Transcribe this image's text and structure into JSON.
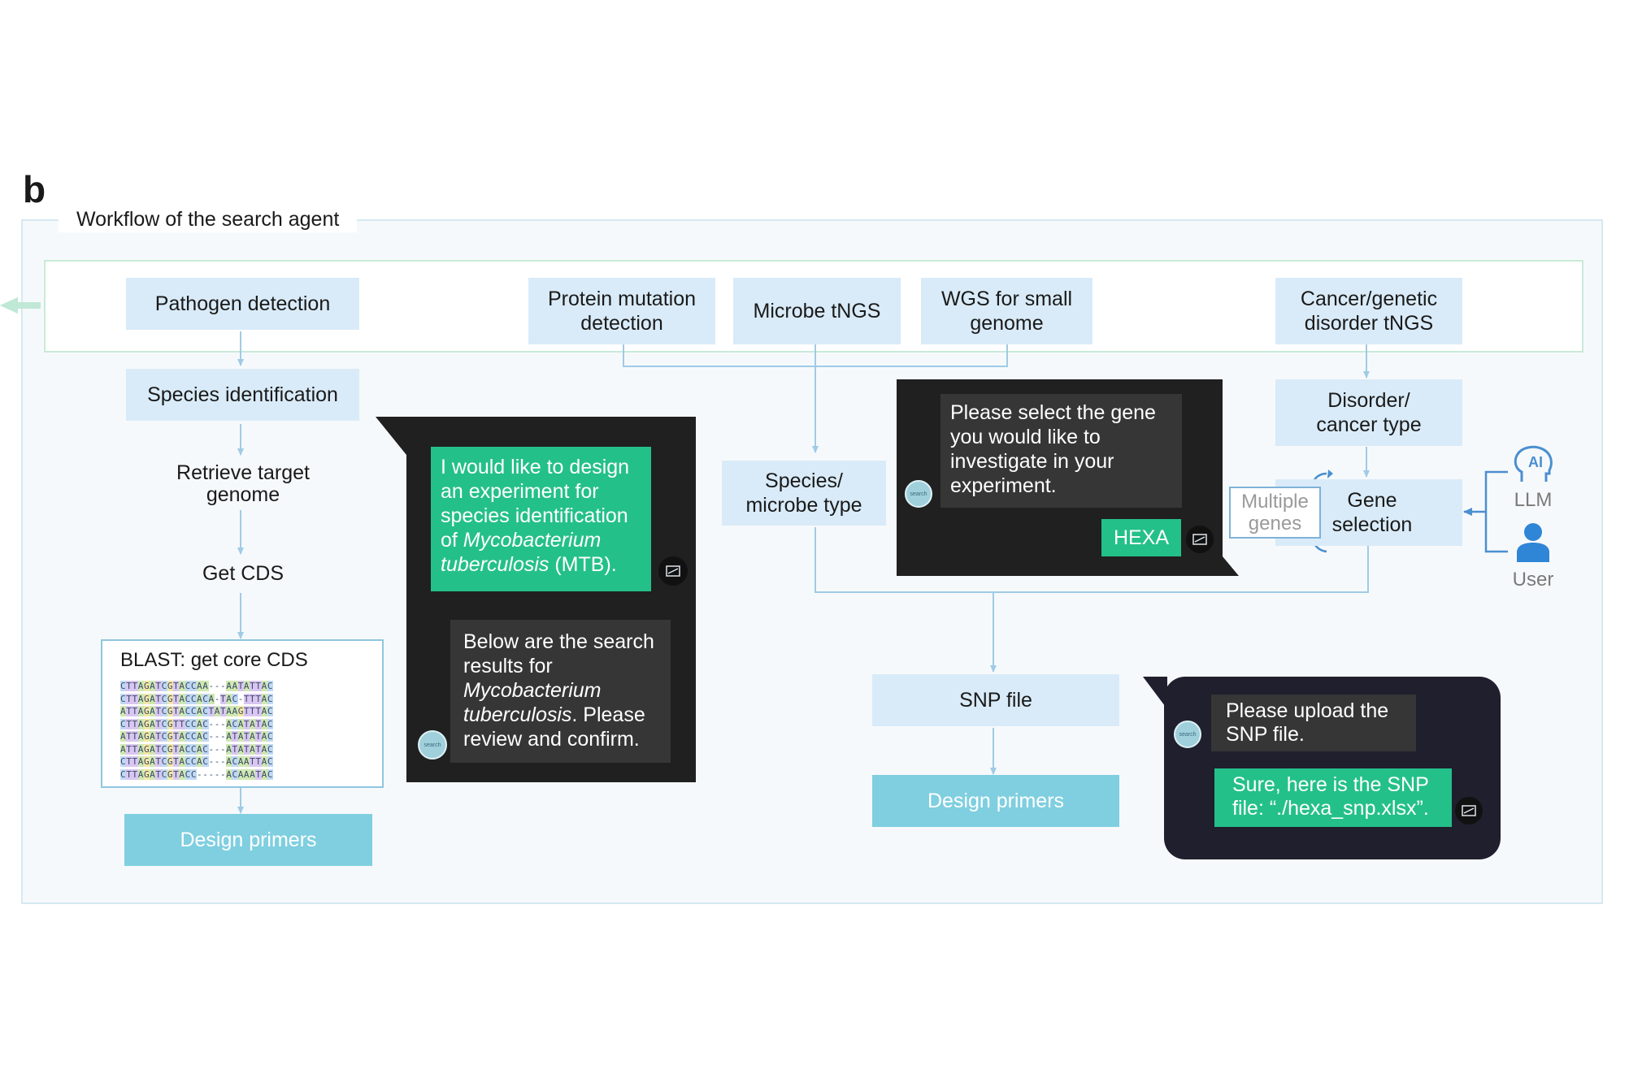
{
  "panel_letter": "b",
  "panel_title": "Workflow of the search agent",
  "colors": {
    "accent_green": "#24c08a",
    "box_fill": "#d9ebf8",
    "design_primers_fill": "#7fcfe0",
    "connector": "#9fcbe6",
    "chat_bg": "#202020"
  },
  "categories": {
    "pathogen": "Pathogen detection",
    "protein": "Protein mutation detection",
    "microbe": "Microbe tNGS",
    "wgs": "WGS for small genome",
    "cancer": "Cancer/genetic disorder tNGS"
  },
  "left_flow": {
    "species_id": "Species identification",
    "retrieve": "Retrieve target genome",
    "get_cds": "Get CDS",
    "blast_title": "BLAST: get core CDS",
    "design_primers": "Design primers"
  },
  "alignment_rows": [
    "CTTAGATCGTACCAA---AATATTAC",
    "CTTAGATCGTACCACA-TAC-TTTAC",
    "ATTAGATCGTACCACTATAAGTTTAC",
    "CTTAGATCGTTCCAC---ACATATAC",
    "ATTAGATCGTACCAC---ATATATAC",
    "ATTAGATCGTACCAC---ATATATAC",
    "CTTAGATCGTACCAC---ACAATTAC",
    "CTTAGATCGTACC-----ACAAATAC"
  ],
  "chat1": {
    "user_msg_prefix": "I would like to design an experiment for species identification of ",
    "user_msg_italic": "Mycobacterium tuberculosis",
    "user_msg_suffix": " (MTB).",
    "agent_msg_prefix": "Below are the search results for ",
    "agent_msg_italic": "Mycobacterium tuberculosis",
    "agent_msg_suffix": ". Please review and confirm."
  },
  "middle_flow": {
    "species_type": "Species/ microbe type",
    "snp_file": "SNP file",
    "design_primers": "Design primers"
  },
  "chat2": {
    "agent_msg": "Please select the gene you would like to investigate in your experiment.",
    "user_msg": "HEXA"
  },
  "right_flow": {
    "disorder": "Disorder/ cancer type",
    "gene_selection": "Gene selection",
    "multiple_genes": "Multiple genes",
    "llm_label": "LLM",
    "ai_glyph": "AI",
    "user_label": "User"
  },
  "chat3": {
    "agent_msg": "Please upload the SNP file.",
    "user_msg": "Sure, here is the SNP file: “./hexa_snp.xlsx”."
  },
  "avatar_bot_text": "search",
  "icons": [
    "ai-head-icon",
    "user-person-icon",
    "bot-avatar-icon",
    "user-avatar-icon"
  ]
}
